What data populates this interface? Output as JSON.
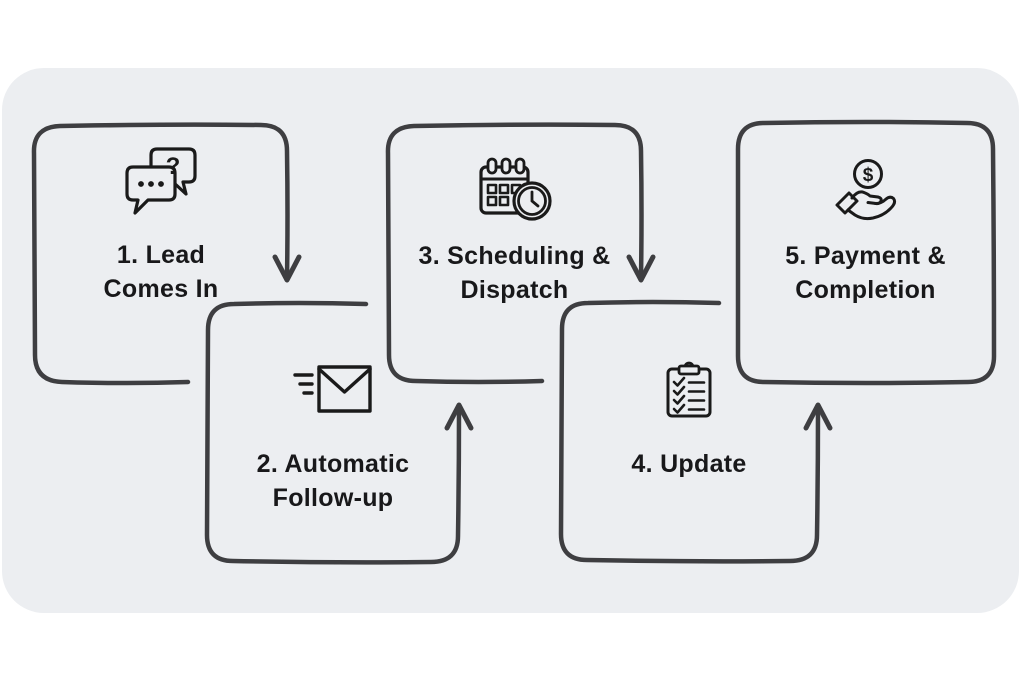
{
  "colors": {
    "canvas_background": "#ffffff",
    "panel_background": "#eceef1",
    "outline_stroke": "#3e3e41",
    "icon_stroke": "#1a1a1a",
    "label_text": "#18181a"
  },
  "diagram": {
    "type": "process-flowchart",
    "steps": [
      {
        "order": 1,
        "label_line1": "1. Lead",
        "label_line2": "Comes In",
        "icon": "chat-bubbles-question-icon",
        "row": "top"
      },
      {
        "order": 2,
        "label_line1": "2. Automatic",
        "label_line2": "Follow-up",
        "icon": "fast-email-icon",
        "row": "bottom"
      },
      {
        "order": 3,
        "label_line1": "3. Scheduling &",
        "label_line2": "Dispatch",
        "icon": "calendar-clock-icon",
        "row": "top"
      },
      {
        "order": 4,
        "label_line1": "4. Update",
        "label_line2": "",
        "icon": "clipboard-checklist-icon",
        "row": "bottom"
      },
      {
        "order": 5,
        "label_line1": "5. Payment &",
        "label_line2": "Completion",
        "icon": "hand-holding-coin-icon",
        "row": "top"
      }
    ],
    "connections": [
      {
        "from": 1,
        "to": 2,
        "arrow_direction": "down"
      },
      {
        "from": 2,
        "to": 3,
        "arrow_direction": "up"
      },
      {
        "from": 3,
        "to": 4,
        "arrow_direction": "down"
      },
      {
        "from": 4,
        "to": 5,
        "arrow_direction": "up"
      }
    ],
    "icon_glyphs": {
      "question_mark": "?",
      "dollar_sign": "$"
    }
  }
}
